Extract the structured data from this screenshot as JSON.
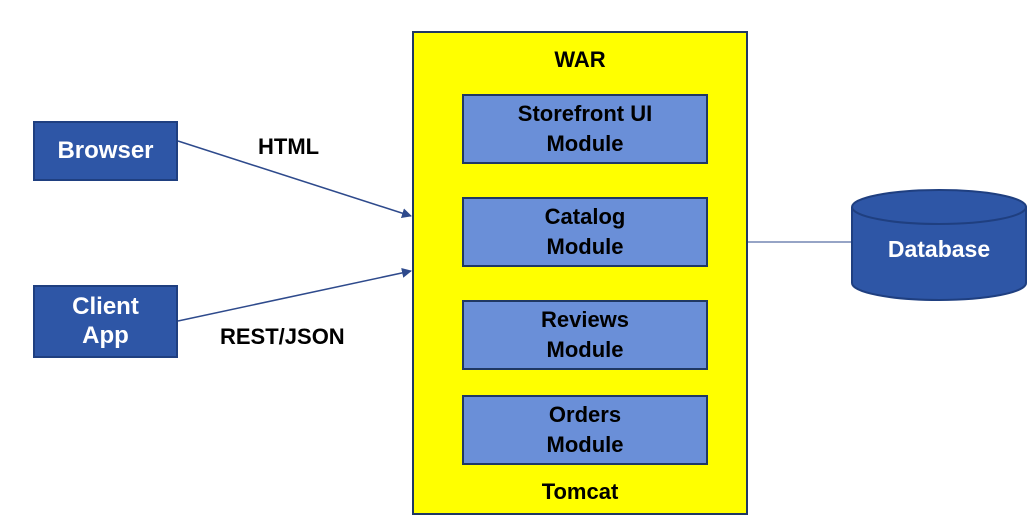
{
  "clients": {
    "browser": "Browser",
    "client_app": "Client\nApp"
  },
  "connections": {
    "html_label": "HTML",
    "rest_label": "REST/JSON"
  },
  "war": {
    "title": "WAR",
    "container": "Tomcat",
    "modules": [
      {
        "label": "Storefront UI\nModule"
      },
      {
        "label": "Catalog\nModule"
      },
      {
        "label": "Reviews\nModule"
      },
      {
        "label": "Orders\nModule"
      }
    ]
  },
  "database": {
    "label": "Database"
  },
  "colors": {
    "client_fill": "#2E56A6",
    "war_fill": "#FFFF00",
    "module_fill": "#6A8FD8",
    "db_fill": "#2E56A6",
    "line": "#2E4A8C"
  }
}
